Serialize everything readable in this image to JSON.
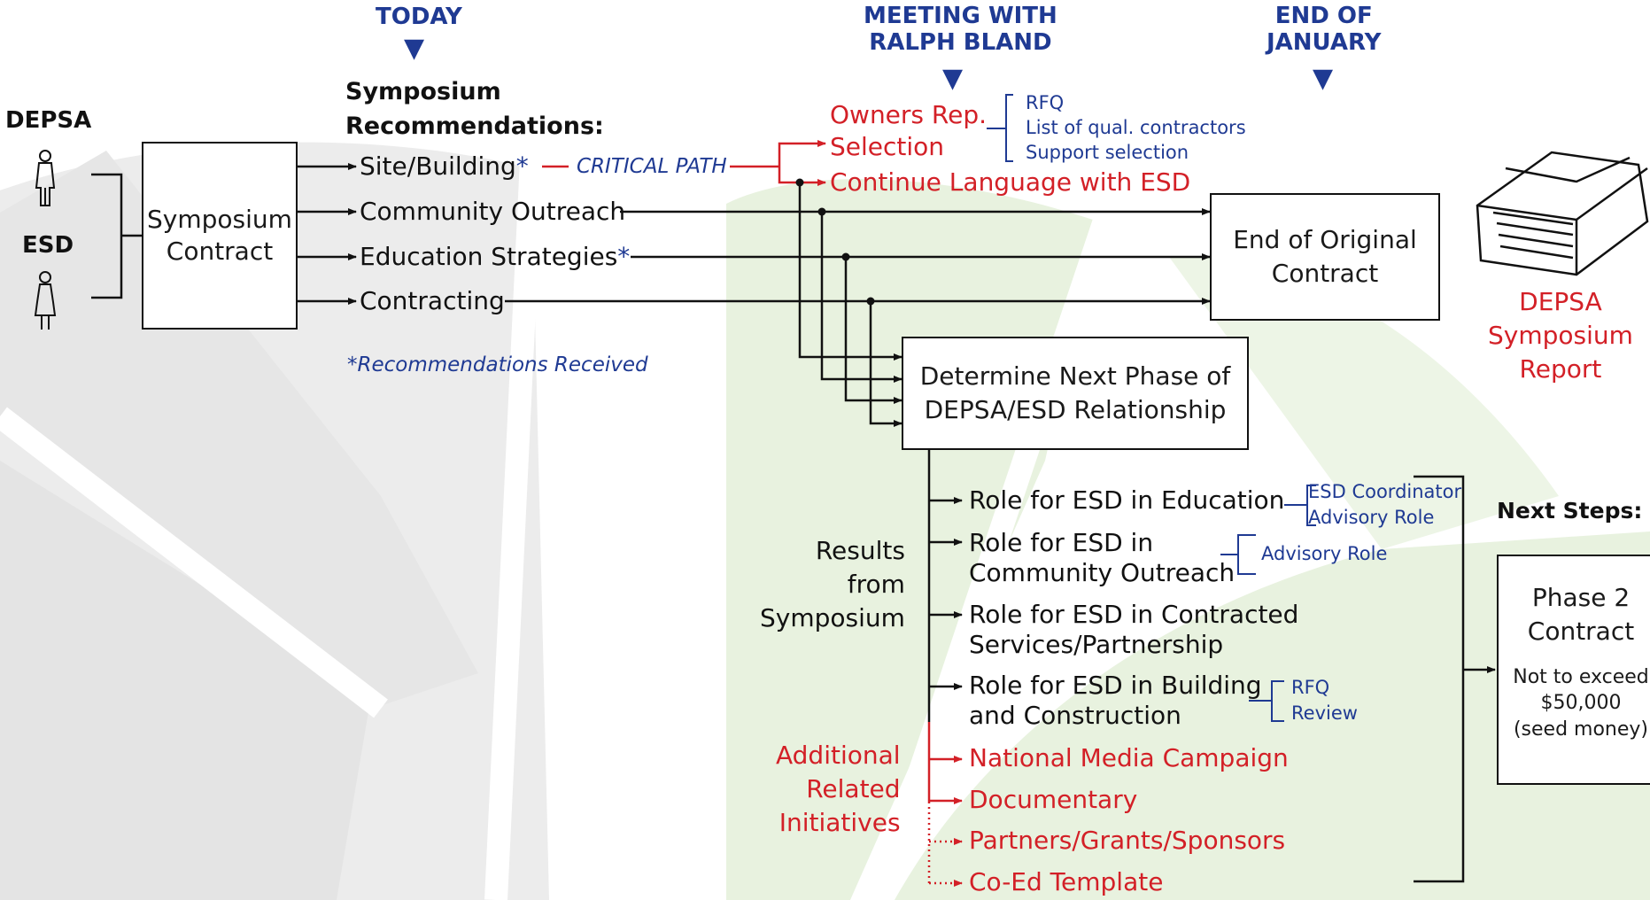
{
  "colors": {
    "blue": "#1f3a93",
    "red": "#d32027",
    "black": "#111111",
    "green_bg": "#e8f2df",
    "gray_bg": "#ececec"
  },
  "timeline": {
    "today": "TODAY",
    "meeting": "MEETING WITH\nRALPH BLAND",
    "end_jan": "END OF\nJANUARY"
  },
  "parties": {
    "depsa": "DEPSA",
    "esd": "ESD"
  },
  "symposium_contract": "Symposium\nContract",
  "recommendations": {
    "heading": "Symposium\nRecommendations:",
    "items": [
      {
        "label": "Site/Building",
        "star": "*"
      },
      {
        "label": "Community Outreach",
        "star": ""
      },
      {
        "label": "Education Strategies",
        "star": "*"
      },
      {
        "label": "Contracting",
        "star": ""
      }
    ],
    "footnote": "*Recommendations Received"
  },
  "critical_path": "CRITICAL PATH",
  "owners_rep": "Owners Rep.\nSelection",
  "continue_language": "Continue Language with ESD",
  "owners_rep_sub": [
    "RFQ",
    "List of qual. contractors",
    "Support selection"
  ],
  "end_original_contract": "End of Original\nContract",
  "determine_next_phase": "Determine Next Phase of\nDEPSA/ESD Relationship",
  "report_label": "DEPSA\nSymposium\nReport",
  "results_label": "Results\nfrom\nSymposium",
  "additional_label": "Additional\nRelated\nInitiatives",
  "roles": [
    {
      "label": "Role for ESD in Education",
      "subs": [
        "ESD Coordinator",
        "Advisory Role"
      ]
    },
    {
      "label": "Role for ESD in\nCommunity Outreach",
      "subs": [
        "Advisory Role"
      ]
    },
    {
      "label": "Role for ESD in Contracted\nServices/Partnership",
      "subs": []
    },
    {
      "label": "Role for ESD in Building\nand Construction",
      "subs": [
        "RFQ",
        "Review"
      ]
    }
  ],
  "initiatives": [
    "National Media Campaign",
    "Documentary",
    "Partners/Grants/Sponsors",
    "Co-Ed Template"
  ],
  "next_steps": {
    "heading": "Next Steps:",
    "box_title": "Phase 2\nContract",
    "box_note": "Not to exceed\n$50,000\n(seed money)"
  }
}
